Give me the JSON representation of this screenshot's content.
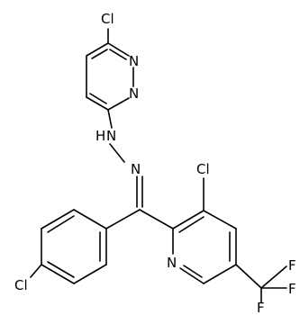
{
  "atoms": {
    "cl_top": "Cl",
    "n_ring1": "N",
    "n_ring2": "N",
    "nh": "N",
    "h": "H",
    "n_imine": "N",
    "cl_pyridine": "Cl",
    "n_pyridine": "N",
    "cl_phenyl": "Cl",
    "f1": "F",
    "f2": "F",
    "f3": "F"
  }
}
